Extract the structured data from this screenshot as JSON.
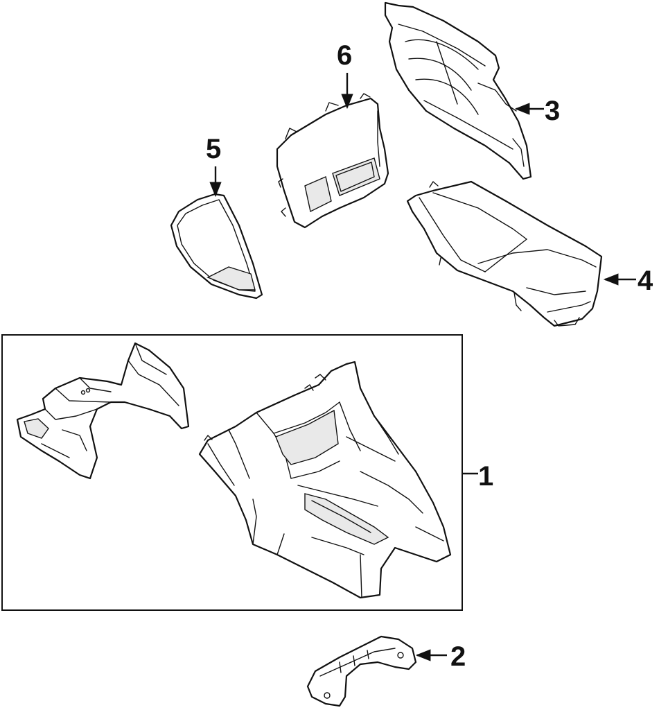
{
  "diagram": {
    "colors": {
      "line": "#111111",
      "background": "#ffffff",
      "shade": "#e9e9e9"
    },
    "callouts": [
      {
        "id": "1",
        "label": "1"
      },
      {
        "id": "2",
        "label": "2"
      },
      {
        "id": "3",
        "label": "3"
      },
      {
        "id": "4",
        "label": "4"
      },
      {
        "id": "5",
        "label": "5"
      },
      {
        "id": "6",
        "label": "6"
      }
    ]
  }
}
